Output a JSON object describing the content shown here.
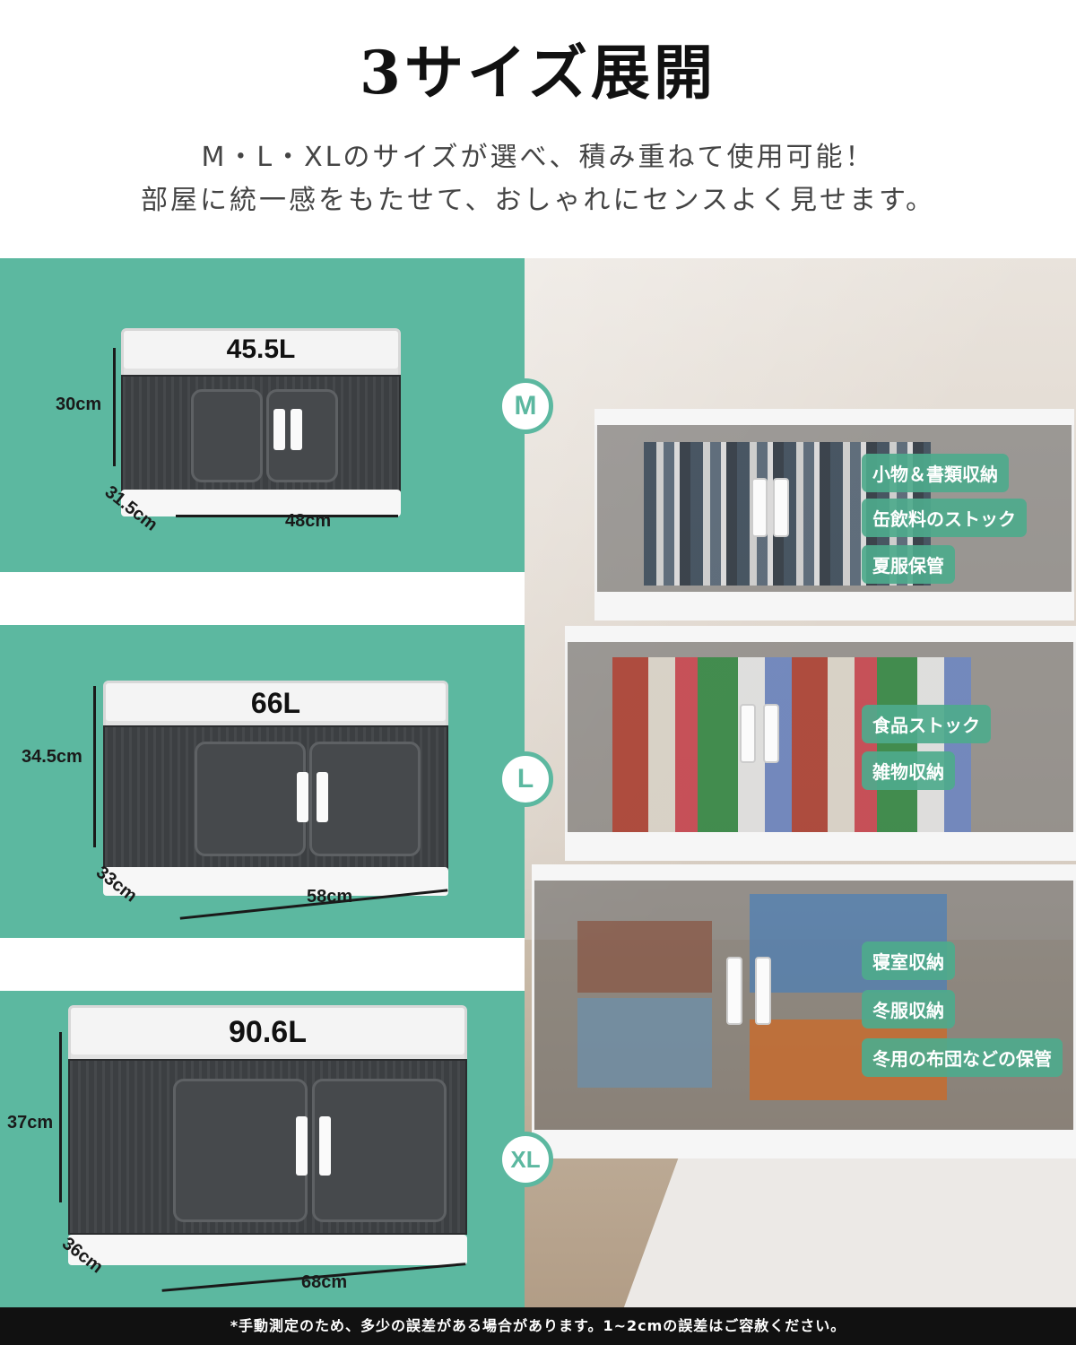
{
  "header": {
    "title": "3サイズ展開",
    "subtitle_line1": "M・L・XLのサイズが選べ、積み重ねて使用可能！",
    "subtitle_line2": "部屋に統一感をもたせて、おしゃれにセンスよく見せます。"
  },
  "sizes": [
    {
      "badge": "M",
      "volume": "45.5L",
      "height": "30cm",
      "depth": "31.5cm",
      "width": "48cm",
      "uses": [
        "小物＆書類収納",
        "缶飲料のストック",
        "夏服保管"
      ]
    },
    {
      "badge": "L",
      "volume": "66L",
      "height": "34.5cm",
      "depth": "33cm",
      "width": "58cm",
      "uses": [
        "食品ストック",
        "雑物収納"
      ]
    },
    {
      "badge": "XL",
      "volume": "90.6L",
      "height": "37cm",
      "depth": "36cm",
      "width": "68cm",
      "uses": [
        "寝室収納",
        "冬服収納",
        "冬用の布団などの保管"
      ]
    }
  ],
  "footer": {
    "note": "*手動測定のため、多少の誤差がある場合があります。1~2cmの誤差はご容赦ください。"
  },
  "colors": {
    "accent": "#5cb8a0",
    "box_body": "#3c3f42",
    "tag_bg": "#4eaa8c",
    "footer_bg": "#111111"
  }
}
